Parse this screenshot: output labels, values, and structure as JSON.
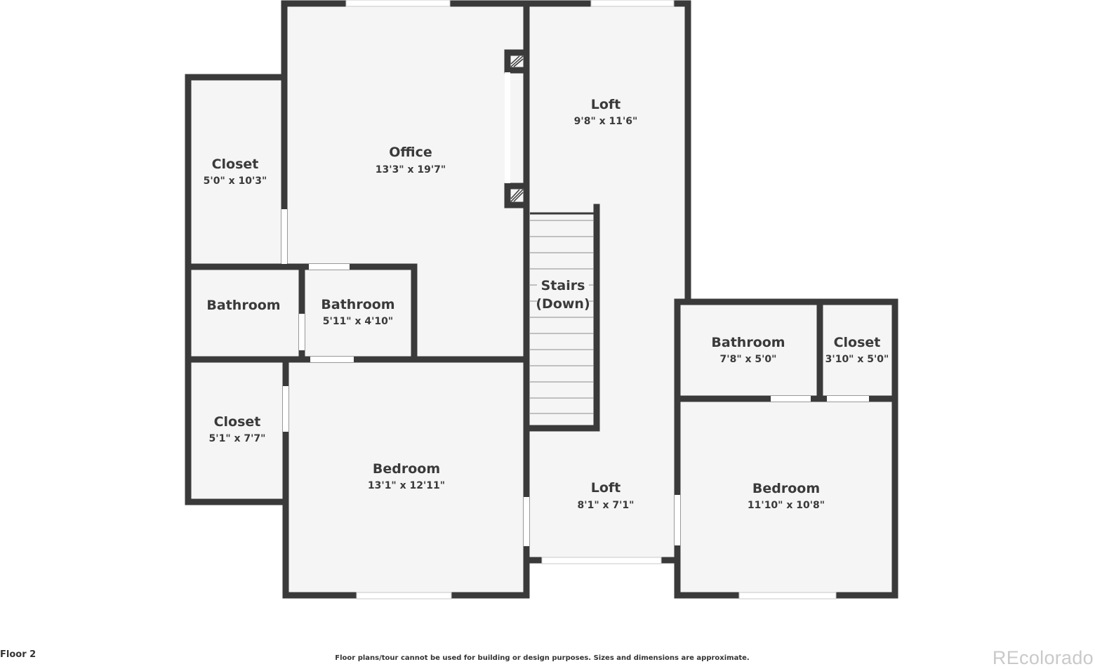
{
  "rooms": {
    "office": {
      "name": "Office",
      "dims": "13'3\" x 19'7\""
    },
    "loft_top": {
      "name": "Loft",
      "dims": "9'8\" x 11'6\""
    },
    "closet_top_left": {
      "name": "Closet",
      "dims": "5'0\" x 10'3\""
    },
    "bathroom_left": {
      "name": "Bathroom"
    },
    "bathroom_middle": {
      "name": "Bathroom",
      "dims": "5'11\" x 4'10\""
    },
    "stairs": {
      "name_line1": "Stairs",
      "name_line2": "(Down)"
    },
    "closet_bottom_left": {
      "name": "Closet",
      "dims": "5'1\" x 7'7\""
    },
    "bedroom_left": {
      "name": "Bedroom",
      "dims": "13'1\" x 12'11\""
    },
    "loft_bottom": {
      "name": "Loft",
      "dims": "8'1\" x 7'1\""
    },
    "bathroom_right": {
      "name": "Bathroom",
      "dims": "7'8\" x 5'0\""
    },
    "closet_right": {
      "name": "Closet",
      "dims": "3'10\" x 5'0\""
    },
    "bedroom_right": {
      "name": "Bedroom",
      "dims": "11'10\" x 10'8\""
    }
  },
  "footer": {
    "floor_label": "Floor 2",
    "disclaimer": "Floor plans/tour cannot be used for building or design purposes. Sizes and dimensions are approximate.",
    "logo": "REcolorado"
  },
  "colors": {
    "wall": "#3a3a3a",
    "floor": "#f5f5f5",
    "opening": "#ffffff"
  }
}
